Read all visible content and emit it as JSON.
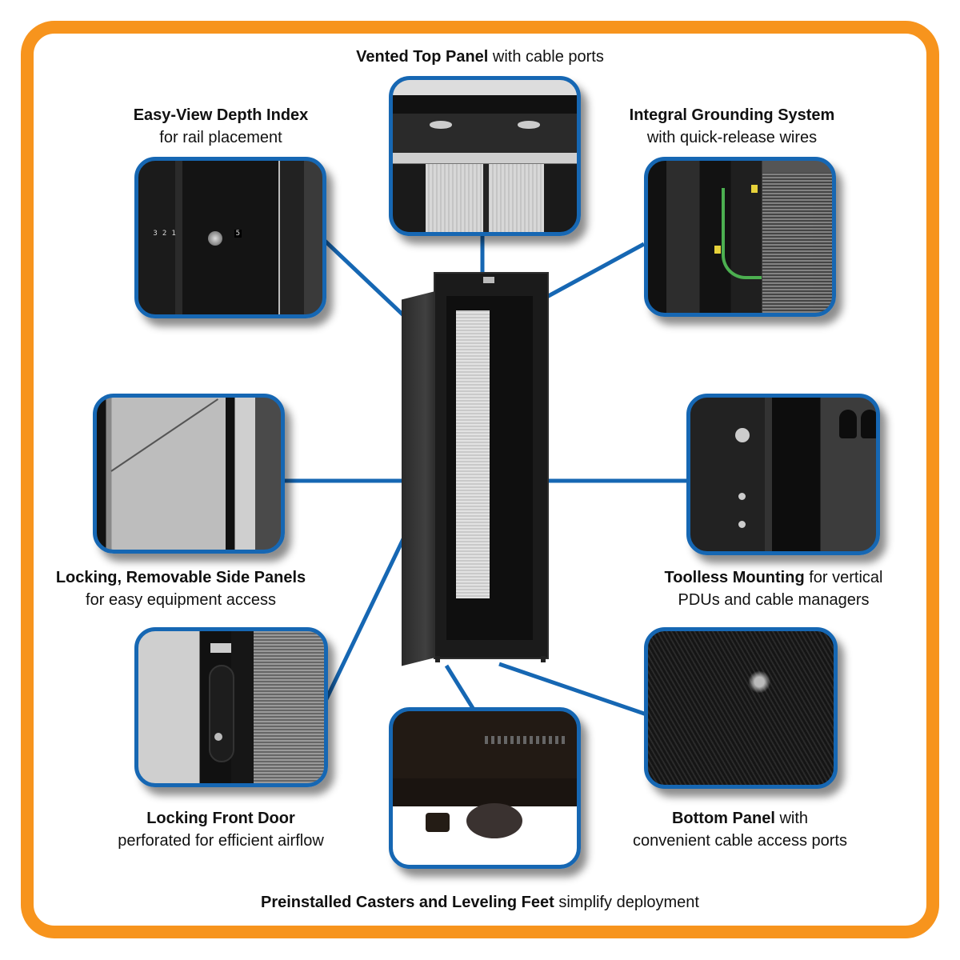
{
  "colors": {
    "frame": "#f7941d",
    "callout": "#1667b3",
    "text": "#111111"
  },
  "callouts": {
    "vented_top": {
      "bold": "Vented Top Panel",
      "rest": " with cable ports"
    },
    "depth_index": {
      "bold": "Easy-View Depth Index",
      "line2": "for rail placement"
    },
    "grounding": {
      "bold": "Integral Grounding System",
      "line2": "with quick-release wires"
    },
    "side_panels": {
      "bold": "Locking, Removable Side Panels",
      "line2": "for easy equipment access"
    },
    "toolless": {
      "bold": "Toolless Mounting",
      "rest": " for vertical",
      "line2": "PDUs and cable managers"
    },
    "front_door": {
      "bold": "Locking Front Door",
      "line2": "perforated for efficient airflow"
    },
    "bottom_panel": {
      "bold": "Bottom Panel",
      "rest": " with",
      "line2": "convenient cable access ports"
    },
    "casters": {
      "bold": "Preinstalled Casters and Leveling Feet",
      "rest": " simplify deployment"
    }
  },
  "photos": {
    "depth_index_marks": [
      "3",
      "2",
      "1",
      "5"
    ]
  }
}
